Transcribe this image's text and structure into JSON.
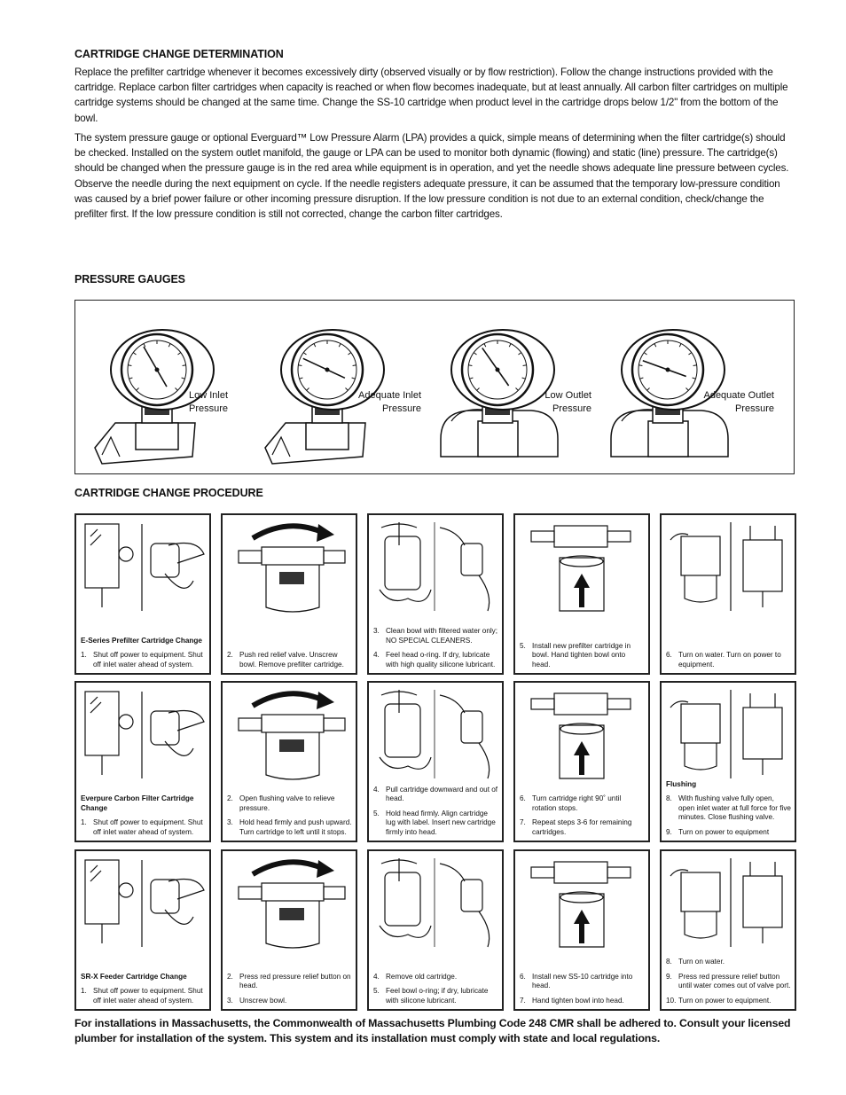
{
  "section1": {
    "heading": "CARTRIDGE CHANGE DETERMINATION",
    "paragraphs": [
      "Replace the prefilter cartridge whenever it becomes excessively dirty (observed visually or by flow restriction). Follow the change instructions provided with the cartridge. Replace carbon filter cartridges when capacity is reached or when flow becomes inadequate, but at least annually. All carbon filter cartridges on multiple cartridge systems should be changed at the same time. Change the SS-10 cartridge when product level in the cartridge drops below 1/2\" from the bottom of the bowl.",
      "The system pressure gauge or optional Everguard™ Low Pressure Alarm (LPA) provides a quick, simple means of determining when the filter cartridge(s) should be checked. Installed on the system outlet manifold, the gauge or LPA can be used to monitor both dynamic (flowing) and static (line) pressure. The cartridge(s) should be changed when the pressure gauge is in the red area while equipment is in operation, and yet the needle shows adequate line pressure between cycles. Observe the needle during the next equipment on cycle. If the needle registers adequate pressure, it can be assumed that the temporary low-pressure condition was caused by a brief power failure or other incoming pressure disruption. If the low pressure condition is not due to an external condition, check/change the prefilter first. If the low pressure condition is still not corrected, change the carbon filter cartridges."
    ]
  },
  "section2": {
    "heading": "PRESSURE GAUGES",
    "gauges": [
      {
        "line1": "Low Inlet",
        "line2": "Pressure"
      },
      {
        "line1": "Adequate Inlet",
        "line2": "Pressure"
      },
      {
        "line1": "Low Outlet",
        "line2": "Pressure"
      },
      {
        "line1": "Adequate Outlet",
        "line2": "Pressure"
      }
    ]
  },
  "section3": {
    "heading": "CARTRIDGE CHANGE PROCEDURE",
    "rows": [
      [
        {
          "title": "E-Series Prefilter Cartridge Change",
          "steps": [
            {
              "n": "1.",
              "t": "Shut off power to equipment. Shut off inlet water ahead of system."
            }
          ]
        },
        {
          "title": "",
          "steps": [
            {
              "n": "2.",
              "t": "Push red relief valve. Unscrew bowl. Remove prefilter cartridge."
            }
          ]
        },
        {
          "title": "",
          "steps": [
            {
              "n": "3.",
              "t": "Clean bowl with filtered water only; NO SPECIAL CLEANERS."
            },
            {
              "n": "4.",
              "t": "Feel head o-ring. If dry, lubricate with high quality silicone lubricant."
            }
          ]
        },
        {
          "title": "",
          "steps": [
            {
              "n": "5.",
              "t": "Install new prefilter cartridge in bowl. Hand tighten bowl onto head."
            }
          ]
        },
        {
          "title": "",
          "steps": [
            {
              "n": "6.",
              "t": "Turn on water. Turn on power to equipment."
            }
          ]
        }
      ],
      [
        {
          "title": "Everpure Carbon Filter Cartridge Change",
          "steps": [
            {
              "n": "1.",
              "t": "Shut off power to equipment. Shut off inlet water ahead of system."
            }
          ]
        },
        {
          "title": "",
          "steps": [
            {
              "n": "2.",
              "t": "Open flushing valve to relieve pressure."
            },
            {
              "n": "3.",
              "t": "Hold head firmly and push upward. Turn cartridge to left until it stops."
            }
          ]
        },
        {
          "title": "",
          "steps": [
            {
              "n": "4.",
              "t": "Pull cartridge downward and out of head."
            },
            {
              "n": "5.",
              "t": "Hold head firmly. Align cartridge lug with label. Insert new cartridge firmly into head."
            }
          ]
        },
        {
          "title": "",
          "steps": [
            {
              "n": "6.",
              "t": "Turn cartridge right 90˚ until rotation stops."
            },
            {
              "n": "7.",
              "t": "Repeat steps 3-6 for remaining cartridges."
            }
          ]
        },
        {
          "title": "Flushing",
          "steps": [
            {
              "n": "8.",
              "t": "With flushing valve fully open, open inlet water at full force for five minutes. Close flushing valve."
            },
            {
              "n": "9.",
              "t": "Turn on power to equipment"
            }
          ]
        }
      ],
      [
        {
          "title": "SR-X Feeder Cartridge Change",
          "steps": [
            {
              "n": "1.",
              "t": "Shut off power to equipment. Shut off inlet water ahead of system."
            }
          ]
        },
        {
          "title": "",
          "steps": [
            {
              "n": "2.",
              "t": "Press red pressure relief button on head."
            },
            {
              "n": "3.",
              "t": "Unscrew bowl."
            }
          ]
        },
        {
          "title": "",
          "steps": [
            {
              "n": "4.",
              "t": "Remove old cartridge."
            },
            {
              "n": "5.",
              "t": "Feel bowl o-ring; if dry, lubricate with silicone lubricant."
            }
          ]
        },
        {
          "title": "",
          "steps": [
            {
              "n": "6.",
              "t": "Install new SS-10 cartridge into head."
            },
            {
              "n": "7.",
              "t": "Hand tighten bowl into head."
            }
          ]
        },
        {
          "title": "",
          "steps": [
            {
              "n": "8.",
              "t": "Turn on water."
            },
            {
              "n": "9.",
              "t": "Press red pressure relief button until water comes out of valve port."
            },
            {
              "n": "10.",
              "t": "Turn on power to equipment."
            }
          ]
        }
      ]
    ]
  },
  "footer": "For installations in Massachusetts, the Commonwealth of Massachusetts Plumbing Code 248 CMR shall be adhered to. Consult your licensed plumber for installation of the system. This system and its installation must comply with state and local regulations."
}
